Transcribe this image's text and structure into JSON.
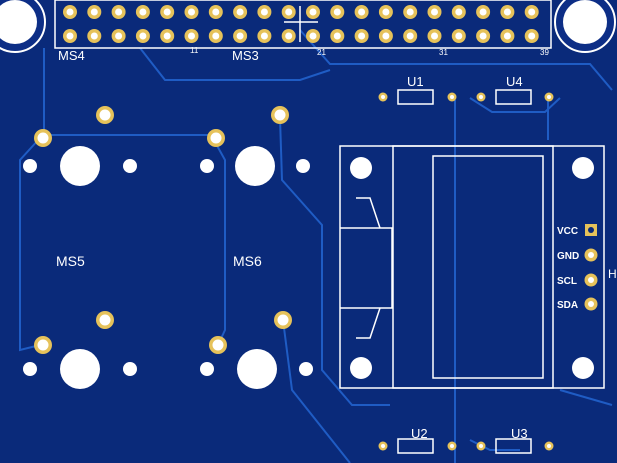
{
  "board": {
    "bg": "#0a2a7a",
    "trace_color": "#1f5cc4",
    "silk_color": "#ffffff",
    "pad_color": "#e6c25a",
    "hole_color": "#ffffff"
  },
  "labels": {
    "ms4": "MS4",
    "ms3": "MS3",
    "ms5": "MS5",
    "ms6": "MS6",
    "u1": "U1",
    "u2": "U2",
    "u3": "U3",
    "u4": "U4",
    "pin11": "11",
    "pin21": "21",
    "pin31": "31",
    "pin39": "39",
    "partial": "H"
  },
  "oled_pins": [
    {
      "label": "VCC",
      "pad": "square"
    },
    {
      "label": "GND",
      "pad": "round"
    },
    {
      "label": "SCL",
      "pad": "round"
    },
    {
      "label": "SDA",
      "pad": "round"
    }
  ]
}
